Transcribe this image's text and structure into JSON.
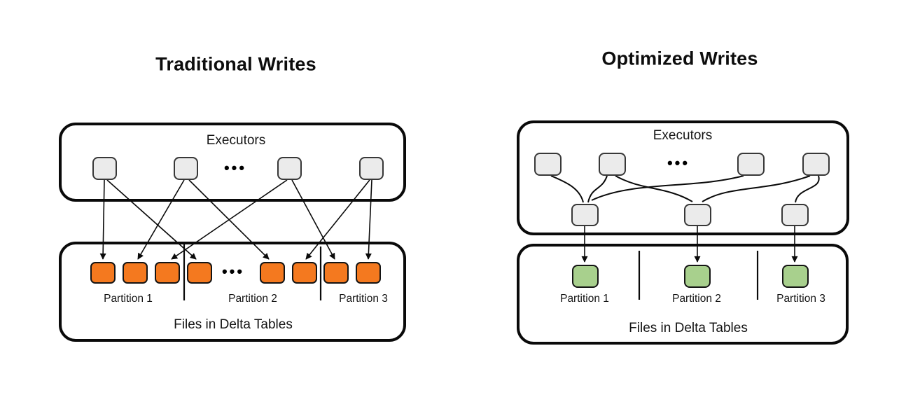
{
  "page": {
    "background": "#ffffff"
  },
  "colors": {
    "outline": "#0a0a0a",
    "executor_node_fill": "#EBEBEB",
    "traditional_file_fill": "#F4791F",
    "optimized_file_fill": "#A8D08D"
  },
  "left_diagram": {
    "title": "Traditional Writes",
    "executors_box": {
      "label": "Executors",
      "node_count": 4,
      "ellipsis": "•••"
    },
    "files_box": {
      "label": "Files in Delta Tables",
      "ellipsis": "•••",
      "partition_labels": [
        "Partition 1",
        "Partition 2",
        "Partition 3"
      ],
      "file_block_count": 8,
      "file_block_color": "#F4791F"
    },
    "connections_executor_to_file": [
      [
        1,
        1
      ],
      [
        1,
        4
      ],
      [
        2,
        2
      ],
      [
        2,
        5
      ],
      [
        3,
        3
      ],
      [
        3,
        7
      ],
      [
        4,
        6
      ],
      [
        4,
        8
      ]
    ]
  },
  "right_diagram": {
    "title": "Optimized Writes",
    "executors_box": {
      "label": "Executors",
      "node_count": 4,
      "shuffle_node_count": 3,
      "ellipsis": "•••"
    },
    "files_box": {
      "label": "Files in Delta Tables",
      "partition_labels": [
        "Partition 1",
        "Partition 2",
        "Partition 3"
      ],
      "file_block_count": 3,
      "file_block_color": "#A8D08D"
    },
    "connections_executor_to_shuffle": [
      [
        1,
        1
      ],
      [
        2,
        1
      ],
      [
        2,
        2
      ],
      [
        3,
        1
      ],
      [
        4,
        2
      ],
      [
        4,
        3
      ]
    ],
    "connections_shuffle_to_partition": [
      [
        1,
        1
      ],
      [
        2,
        2
      ],
      [
        3,
        3
      ]
    ]
  }
}
